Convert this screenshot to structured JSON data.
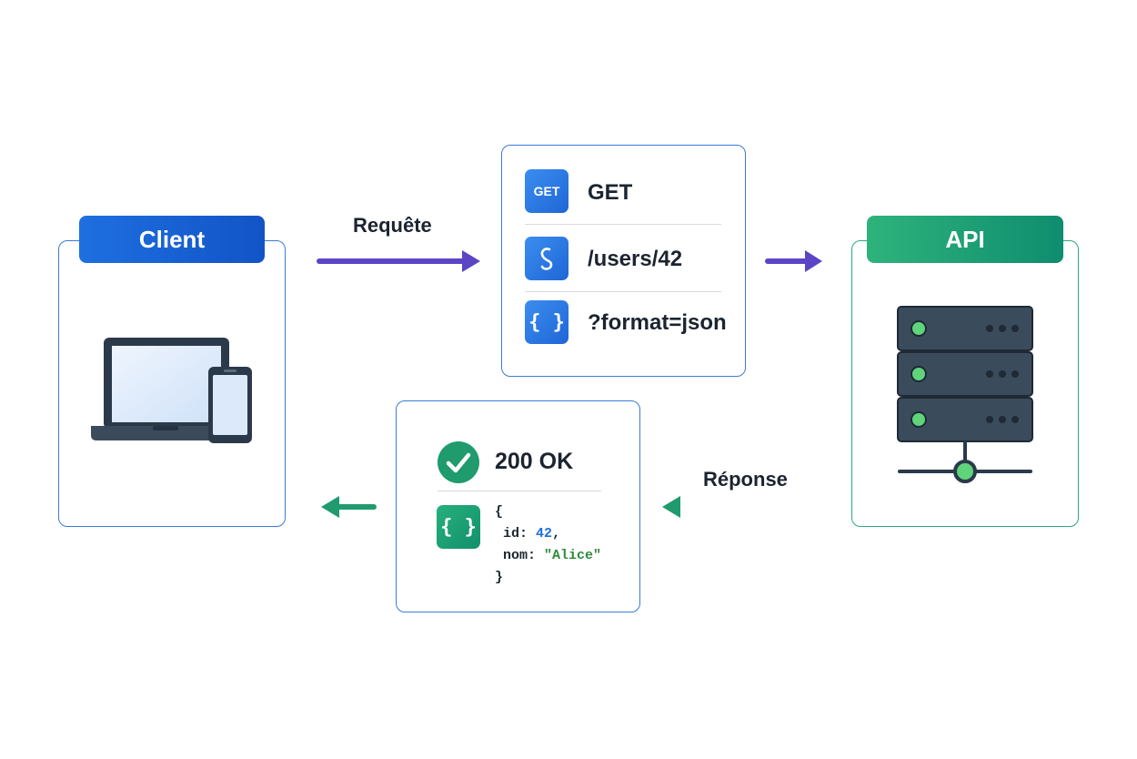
{
  "client": {
    "title": "Client",
    "icon": "laptop-phone-icon"
  },
  "api": {
    "title": "API",
    "icon": "server-rack-icon"
  },
  "request": {
    "label": "Requête",
    "items": [
      {
        "tile": "GET",
        "icon": "method-icon",
        "text": "GET"
      },
      {
        "tile": "",
        "icon": "path-icon",
        "text": "/users/42"
      },
      {
        "tile": "{ }",
        "icon": "braces-icon",
        "text": "?format=json"
      }
    ]
  },
  "response": {
    "label": "Réponse",
    "status": "200 OK",
    "json_tile": "{ }",
    "code": {
      "open": "{",
      "key1": "id",
      "val1": "42",
      "key2": "nom",
      "val2": "\"Alice\"",
      "close": "}"
    }
  },
  "colors": {
    "blue": "#1e6fe0",
    "green": "#2eb37b",
    "purple": "#5b45c4",
    "dark": "#2b3a4a"
  }
}
